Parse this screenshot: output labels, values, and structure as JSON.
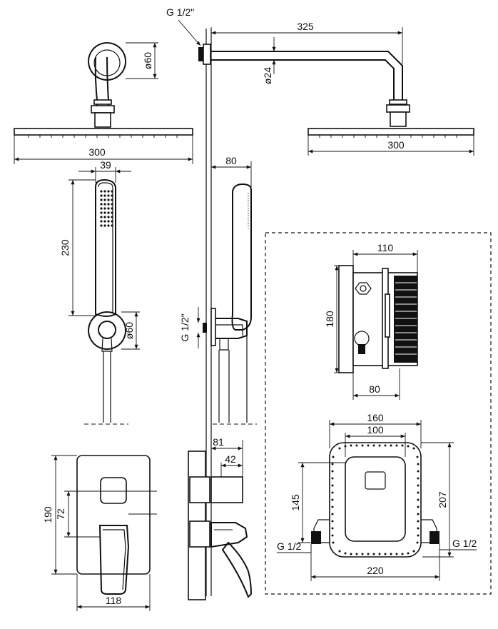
{
  "dimensions": {
    "thread_top": "G 1/2\"",
    "arm_length": "325",
    "arm_diameter": "ø24",
    "wall_flange_diameter": "ø60",
    "head_width_left": "300",
    "head_width_right": "300",
    "hand_width": "39",
    "hand_length": "230",
    "holder_diameter": "ø60",
    "holder_projection": "80",
    "thread_side": "G 1/2\"",
    "box_width": "110",
    "box_height": "180",
    "box_depth": "80",
    "frame_width": "160",
    "frame_inner_width": "100",
    "frame_inner_height": "145",
    "frame_height": "207",
    "frame_total_width": "220",
    "inlet_left": "G 1/2",
    "inlet_right": "G 1/2",
    "plate_height": "190",
    "plate_spacing": "72",
    "plate_width": "118",
    "lever_projection": "81",
    "knob_projection": "42"
  }
}
